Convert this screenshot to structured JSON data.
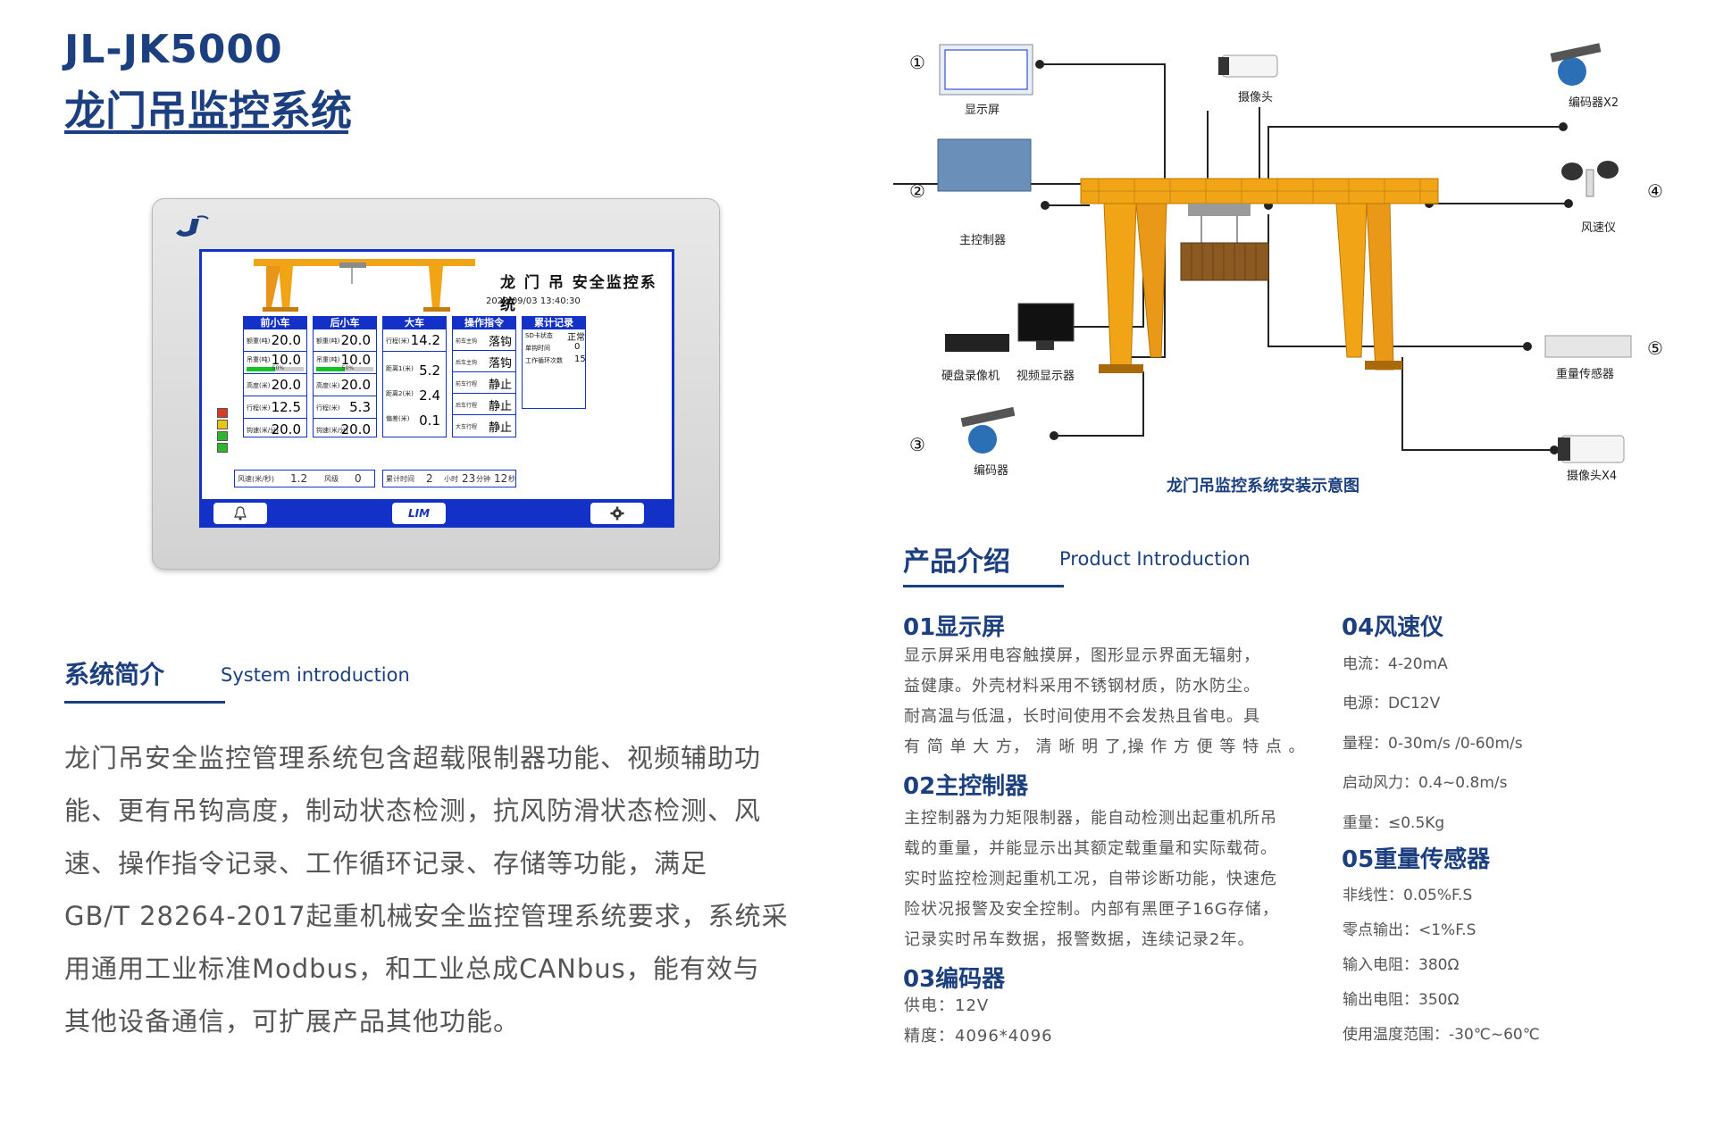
{
  "header": {
    "model": "JL-JK5000",
    "system_name": "龙门吊监控系统"
  },
  "device": {
    "screen": {
      "title": "龙 门 吊 安全监控系统",
      "datetime": "2020/09/03 13:40:30",
      "panels": {
        "front_trolley": {
          "head": "前小车",
          "rows": [
            {
              "label": "额重(吨)",
              "value": "20.0"
            },
            {
              "label": "吊重(吨)",
              "value": "10.0",
              "bar_pct": "50%",
              "bar_fraction": 0.5
            },
            {
              "label": "高度(米)",
              "value": "20.0"
            },
            {
              "label": "行程(米)",
              "value": "12.5"
            },
            {
              "label": "钩速(米/分)",
              "value": "20.0"
            }
          ]
        },
        "rear_trolley": {
          "head": "后小车",
          "rows": [
            {
              "label": "额重(吨)",
              "value": "20.0"
            },
            {
              "label": "吊重(吨)",
              "value": "10.0",
              "bar_pct": "50%",
              "bar_fraction": 0.5
            },
            {
              "label": "高度(米)",
              "value": "20.0"
            },
            {
              "label": "行程(米)",
              "value": "5.3"
            },
            {
              "label": "钩速(米/分)",
              "value": "20.0"
            }
          ]
        },
        "crane": {
          "head": "大车",
          "rows": [
            {
              "label": "行程(米)",
              "value": "14.2"
            },
            {
              "label": "距离1(米)",
              "value": "5.2"
            },
            {
              "label": "距离2(米)",
              "value": "2.4"
            },
            {
              "label": "偏差(米)",
              "value": "0.1"
            }
          ]
        },
        "commands": {
          "head": "操作指令",
          "rows": [
            {
              "label": "前车主钩",
              "value": "落钩"
            },
            {
              "label": "后车主钩",
              "value": "落钩"
            },
            {
              "label": "前车行程",
              "value": "静止"
            },
            {
              "label": "后车行程",
              "value": "静止"
            },
            {
              "label": "大车行程",
              "value": "静止"
            }
          ]
        },
        "records": {
          "head": "累计记录",
          "rows": [
            {
              "label": "SD卡状态",
              "value": "正常"
            },
            {
              "label": "单钩时间",
              "value": "0"
            },
            {
              "label": "工作循环次数",
              "value": "15"
            }
          ]
        }
      },
      "wind": {
        "speed_label": "风速(米/秒)",
        "speed_value": "1.2",
        "level_label": "风级",
        "level_value": "0"
      },
      "total_time": {
        "label": "累计时间",
        "hours": "2",
        "hours_unit": "小时",
        "minutes": "23",
        "minutes_unit": "分钟",
        "seconds": "12",
        "seconds_unit": "秒"
      },
      "taskbar": {
        "bell_icon": "bell-icon",
        "lim_label": "LIM",
        "gear_icon": "gear-icon"
      },
      "signal_colors": [
        "#d83a2a",
        "#e7c416",
        "#2fb52f",
        "#2fb52f"
      ]
    }
  },
  "system_intro": {
    "title_cn": "系统简介",
    "title_en": "System introduction",
    "lines": [
      "龙门吊安全监控管理系统包含超载限制器功能、视频辅助功",
      "能、更有吊钩高度，制动状态检测，抗风防滑状态检测、风",
      "速、操作指令记录、工作循环记录、存储等功能，满足",
      "GB/T 28264-2017起重机械安全监控管理系统要求，系统采",
      "用通用工业标准Modbus，和工业总成CANbus，能有效与",
      "其他设备通信，可扩展产品其他功能。"
    ]
  },
  "diagram": {
    "caption": "龙门吊监控系统安装示意图",
    "labels": {
      "display": "显示屏",
      "camera": "摄像头",
      "encoder_x2": "编码器X2",
      "controller": "主控制器",
      "anemometer": "风速仪",
      "dvr": "硬盘录像机",
      "video_display": "视频显示器",
      "load_sensor": "重量传感器",
      "encoder": "编码器",
      "camera_x4": "摄像头X4"
    },
    "numbers": [
      "①",
      "②",
      "③",
      "④",
      "⑤"
    ]
  },
  "product_intro": {
    "title_cn": "产品介绍",
    "title_en": "Product Introduction",
    "display": {
      "heading": "01显示屏",
      "lines": [
        "显示屏采用电容触摸屏，图形显示界面无辐射，",
        "益健康。外壳材料采用不锈钢材质，防水防尘。",
        "耐高温与低温，长时间使用不会发热且省电。具",
        "有 简 单 大 方， 清 晰 明 了,操 作 方 便 等 特 点 。"
      ]
    },
    "controller": {
      "heading": "02主控制器",
      "lines": [
        "主控制器为力矩限制器，能自动检测出起重机所吊",
        "载的重量，并能显示出其额定载重量和实际载荷。",
        "实时监控检测起重机工况，自带诊断功能，快速危",
        "险状况报警及安全控制。内部有黑匣子16G存储，",
        "记录实时吊车数据，报警数据，连续记录2年。"
      ]
    },
    "encoder": {
      "heading": "03编码器",
      "lines": [
        "供电：12V",
        "精度：4096*4096"
      ]
    },
    "anemometer": {
      "heading": "04风速仪",
      "specs": [
        "电流：4-20mA",
        "电源：DC12V",
        "量程：0-30m/s /0-60m/s",
        "启动风力：0.4~0.8m/s",
        "重量：≤0.5Kg"
      ]
    },
    "load_sensor": {
      "heading": "05重量传感器",
      "specs": [
        "非线性：0.05%F.S",
        "零点输出：<1%F.S",
        "输入电阻：380Ω",
        "输出电阻：350Ω",
        "使用温度范围：-30℃~60℃"
      ]
    }
  },
  "colors": {
    "brand_blue": "#1b3f7f",
    "screen_blue": "#1431c7",
    "crane_orange": "#f2a417",
    "bar_green": "#12c323"
  }
}
